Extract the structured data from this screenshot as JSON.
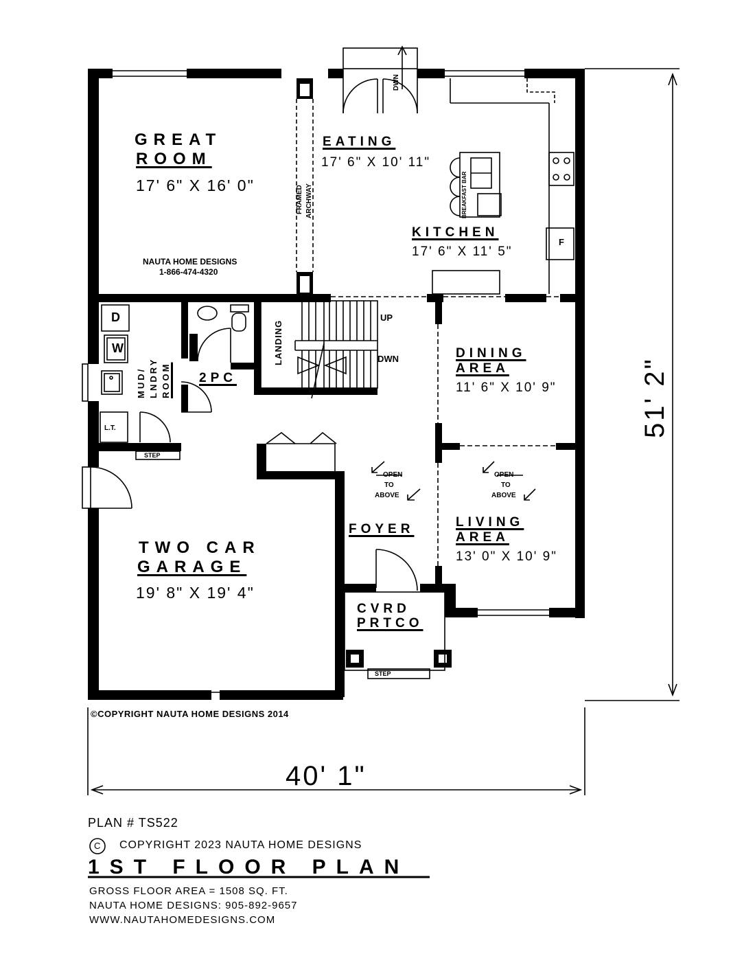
{
  "rooms": {
    "great_room": {
      "name_1": "GREAT",
      "name_2": "ROOM",
      "dims": "17' 6\" X 16' 0\""
    },
    "eating": {
      "name": "EATING",
      "dims": "17' 6\" X 10' 11\""
    },
    "kitchen": {
      "name": "KITCHEN",
      "dims": "17' 6\" X 11' 5\""
    },
    "dining": {
      "name_1": "DINING",
      "name_2": "AREA",
      "dims": "11' 6\" X 10' 9\""
    },
    "living": {
      "name_1": "LIVING",
      "name_2": "AREA",
      "dims": "13' 0\" X 10' 9\""
    },
    "garage": {
      "name_1": "TWO CAR",
      "name_2": "GARAGE",
      "dims": "19' 8\" X 19' 4\""
    },
    "foyer": {
      "name": "FOYER"
    },
    "porch": {
      "name_1": "CVRD",
      "name_2": "PRTCO"
    },
    "powder": {
      "name": "2PC"
    },
    "mudroom": {
      "name_1": "MUD/",
      "name_2": "LNDRY",
      "name_3": "ROOM"
    }
  },
  "labels": {
    "framed_archway_1": "FRAMED",
    "framed_archway_2": "ARCHWAY",
    "breakfast_bar": "BREAKFAST BAR",
    "landing": "LANDING",
    "up": "UP",
    "dwn": "DWN",
    "dwn_door": "DWN",
    "dryer": "D",
    "washer": "W",
    "laundry_tub": "L.T.",
    "fridge": "F",
    "step": "STEP",
    "open_to_above": [
      "OPEN",
      "TO",
      "ABOVE"
    ],
    "company_name": "NAUTA HOME DESIGNS",
    "company_phone": "1-866-474-4320",
    "drawing_copyright": "©COPYRIGHT NAUTA HOME DESIGNS 2014"
  },
  "dimensions": {
    "width": "40' 1\"",
    "depth": "51' 2\""
  },
  "footer": {
    "plan_number": "PLAN # TS522",
    "copyright_symbol": "C",
    "copyright": "COPYRIGHT 2023 NAUTA HOME DESIGNS",
    "title": "1ST FLOOR PLAN",
    "gross_area": "GROSS  FLOOR AREA   =   1508  SQ. FT.",
    "phone": "NAUTA HOME DESIGNS:  905-892-9657",
    "website": "WWW.NAUTAHOMEDESIGNS.COM"
  }
}
